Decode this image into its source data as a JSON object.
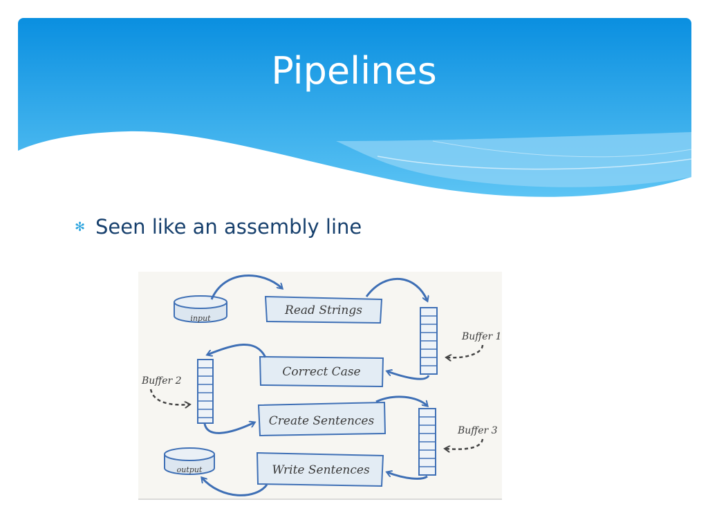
{
  "slide": {
    "title": "Pipelines",
    "bullets": [
      {
        "icon": "asterisk-bullet-icon",
        "text": "Seen like an assembly line"
      }
    ]
  },
  "diagram": {
    "drums": {
      "input": "input",
      "output": "output"
    },
    "stages": [
      "Read Strings",
      "Correct Case",
      "Create Sentences",
      "Write Sentences"
    ],
    "buffers": [
      "Buffer 1",
      "Buffer 2",
      "Buffer 3"
    ]
  },
  "colors": {
    "header_top": "#0a8fe0",
    "header_bottom": "#5dc3f3",
    "wave_light": "#cbe9fa",
    "title_text": "#ffffff",
    "bullet_text": "#17406d",
    "bullet_icon": "#29a3de",
    "diagram_blue": "#3e6fb5",
    "box_fill": "#e3ecf4"
  }
}
